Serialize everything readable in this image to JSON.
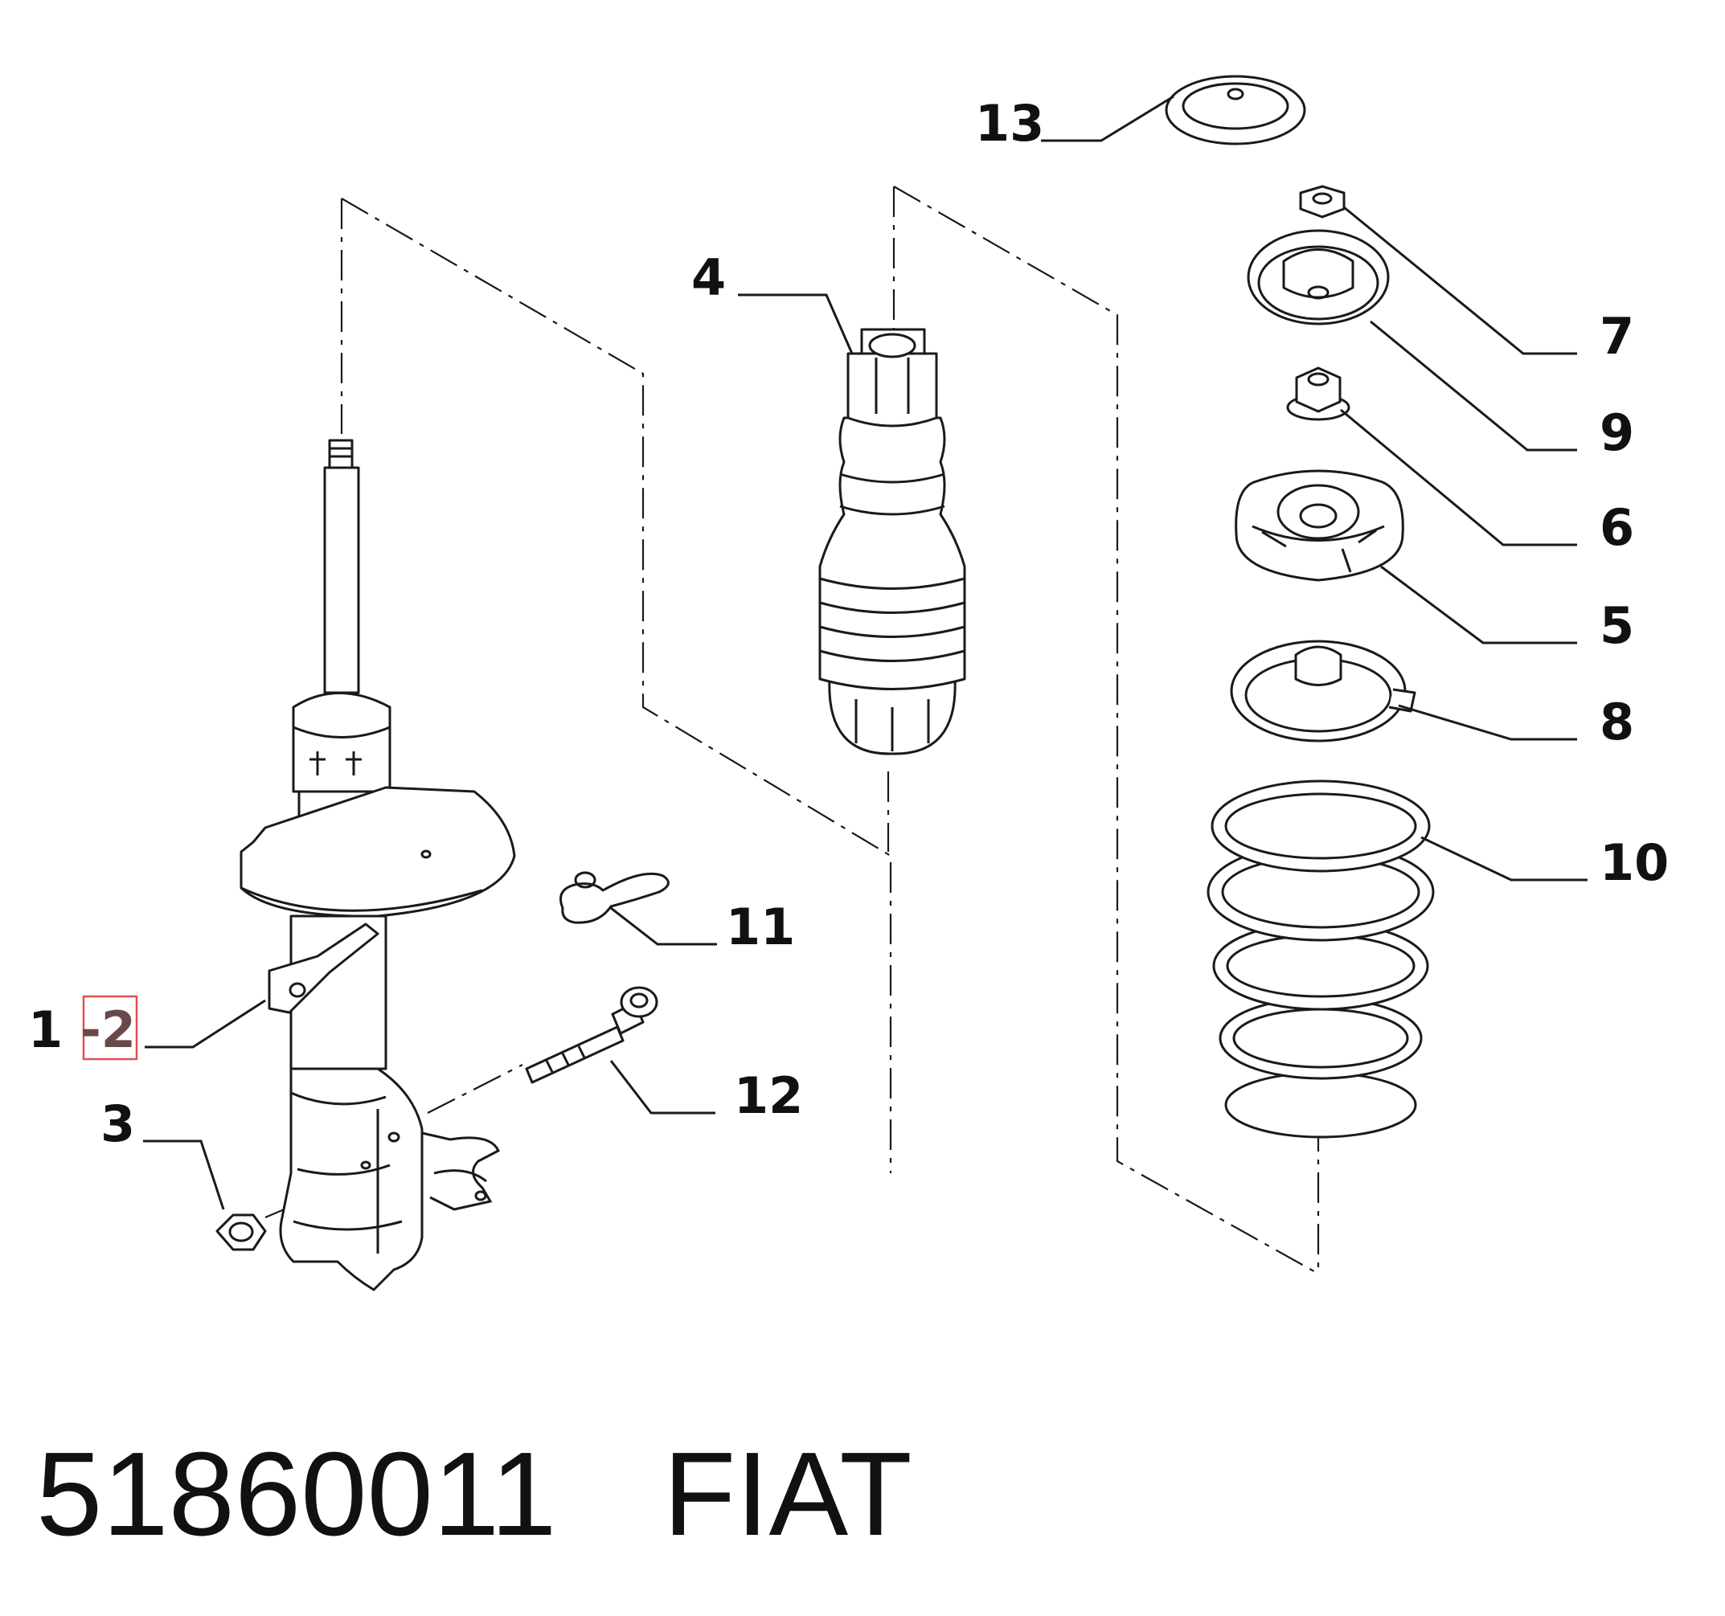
{
  "callouts": {
    "c1": "1",
    "c2": "-2",
    "c3": "3",
    "c4": "4",
    "c5": "5",
    "c6": "6",
    "c7": "7",
    "c8": "8",
    "c9": "9",
    "c10": "10",
    "c11": "11",
    "c12": "12",
    "c13": "13"
  },
  "caption": {
    "part_number": "51860011",
    "brand": "FIAT"
  },
  "highlight_color": "#e05050"
}
